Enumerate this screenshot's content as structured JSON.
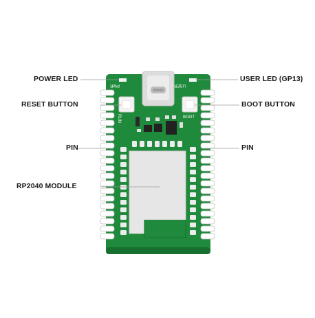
{
  "labels": {
    "power_led": "POWER LED",
    "reset_button": "RESET BUTTON",
    "pin_left": "PIN",
    "rp2040_module": "RP2040 MODULE",
    "user_led": "USER LED (GP13)",
    "boot_button": "BOOT BUTTON",
    "pin_right": "PIN"
  },
  "silkscreen": {
    "pwr": "PWR",
    "user": "USER",
    "run": "RUN",
    "boot": "BOOT"
  },
  "colors": {
    "pcb": "#1f8a3c",
    "pcb_dark": "#17702f",
    "pad": "#e8e8e8",
    "pad_outline": "#ffffff",
    "module": "#e6e6e6",
    "leader": "#9a9a9a",
    "usb": "#e2e2e2",
    "chip": "#222222"
  },
  "board": {
    "pins_per_side": 20
  }
}
